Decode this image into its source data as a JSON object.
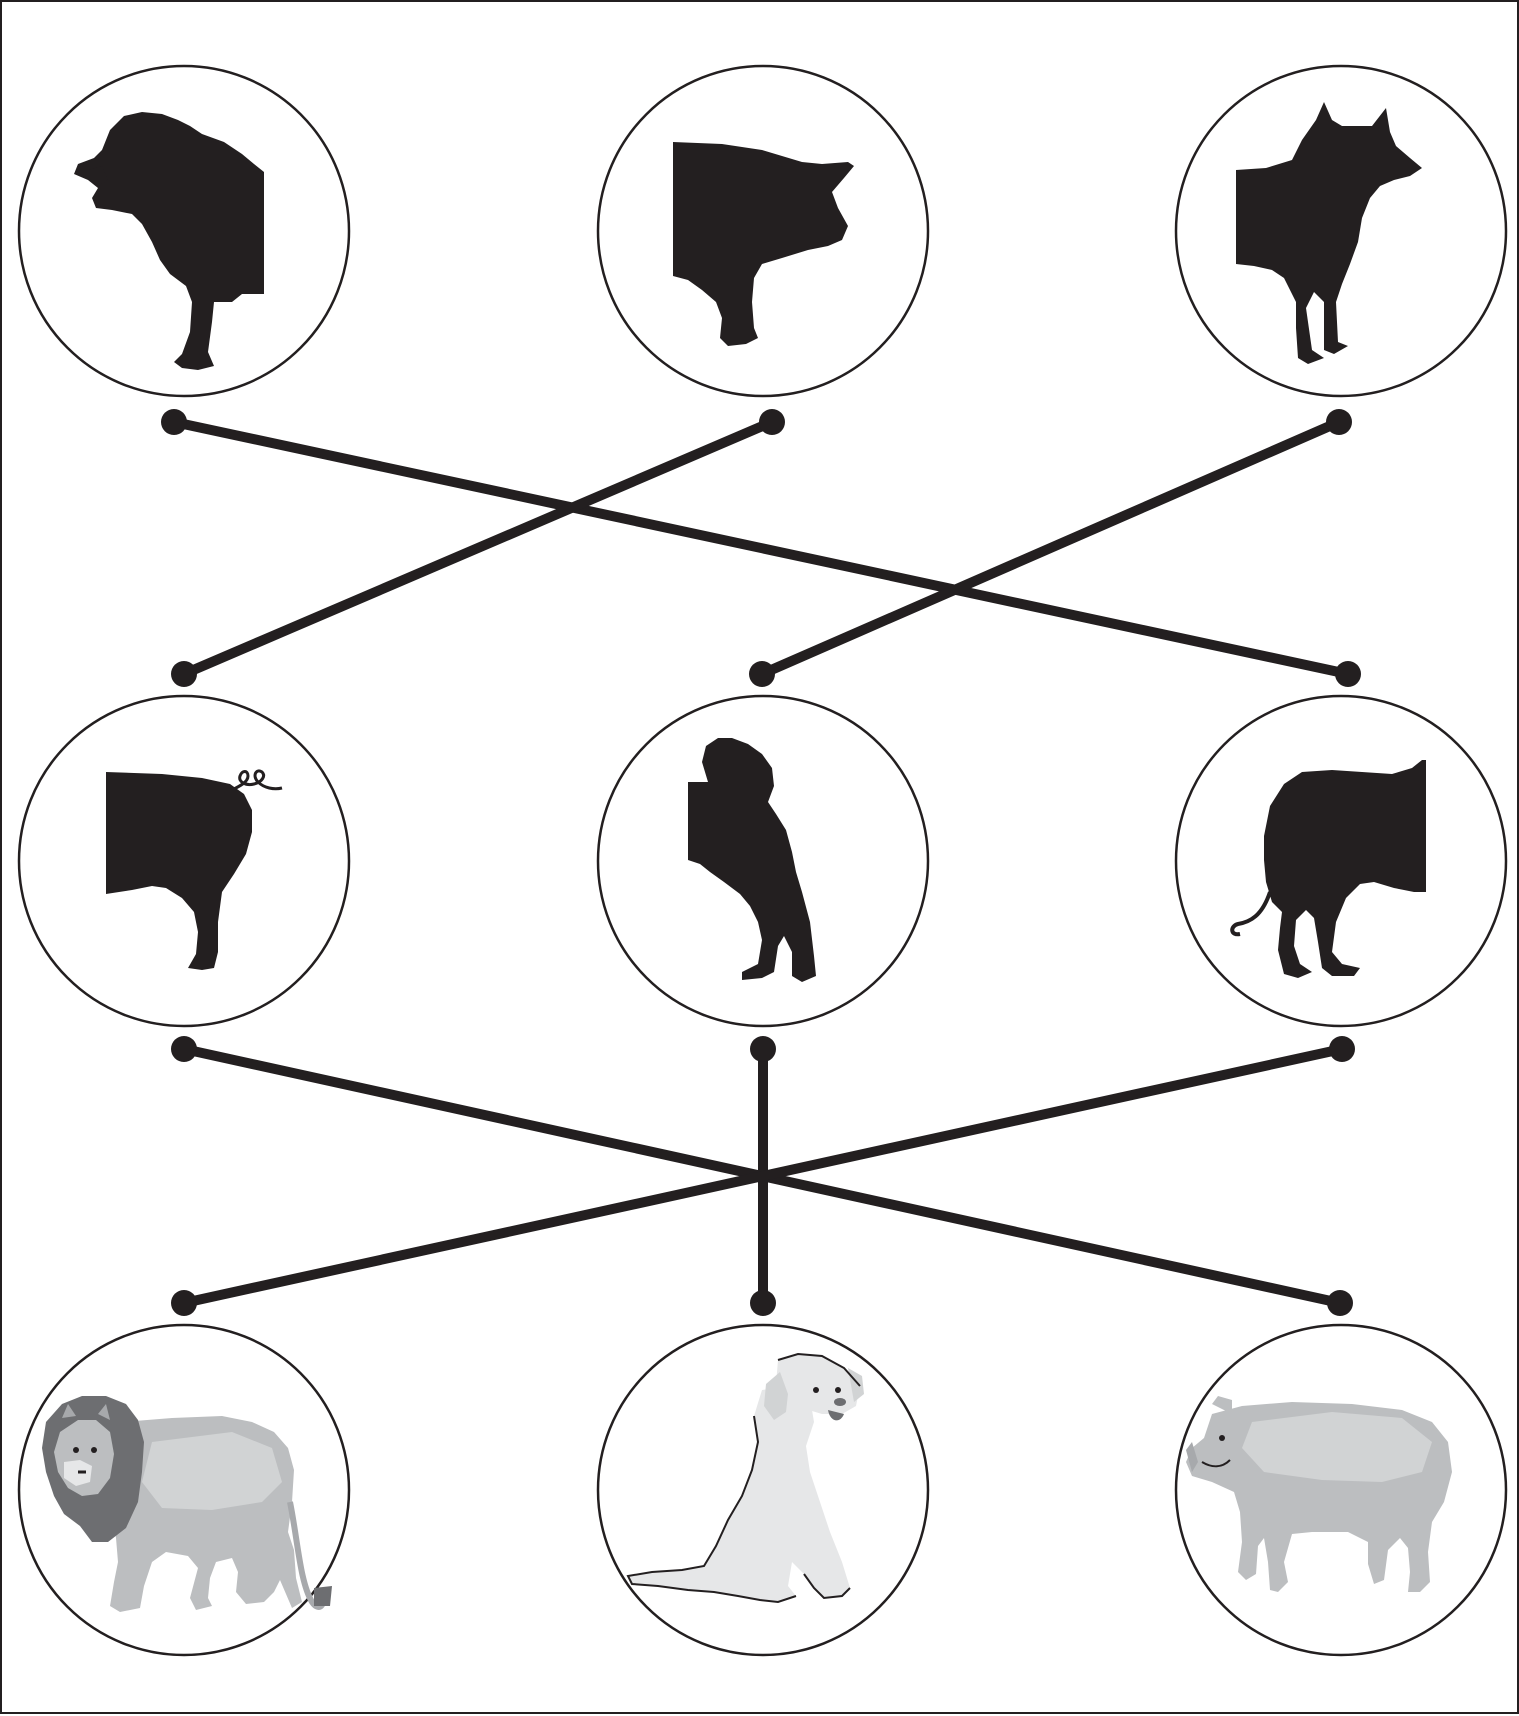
{
  "colors": {
    "ink": "#231f20",
    "photo_gray": "#bcbec0",
    "background": "#ffffff"
  },
  "rows": [
    {
      "role": "animal-fronts",
      "items": [
        {
          "icon": "lion-front-silhouette-icon"
        },
        {
          "icon": "pig-front-silhouette-icon"
        },
        {
          "icon": "wolf-front-silhouette-icon"
        }
      ]
    },
    {
      "role": "animal-backs",
      "items": [
        {
          "icon": "pig-back-silhouette-icon"
        },
        {
          "icon": "dog-back-silhouette-icon"
        },
        {
          "icon": "lion-back-silhouette-icon"
        }
      ]
    },
    {
      "role": "whole-animals",
      "items": [
        {
          "icon": "lion-illustration-icon"
        },
        {
          "icon": "dog-illustration-icon"
        },
        {
          "icon": "pig-illustration-icon"
        }
      ]
    }
  ],
  "connections": [
    {
      "from": "top-lion",
      "to": "middle-lion-back"
    },
    {
      "from": "top-pig",
      "to": "middle-pig-back"
    },
    {
      "from": "top-wolf",
      "to": "middle-dog-back"
    },
    {
      "from": "middle-pig-back",
      "to": "bottom-pig"
    },
    {
      "from": "middle-dog-back",
      "to": "bottom-dog"
    },
    {
      "from": "middle-lion-back",
      "to": "bottom-lion"
    }
  ]
}
